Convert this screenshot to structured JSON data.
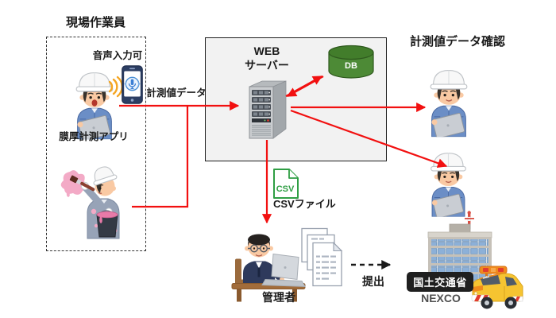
{
  "diagram": {
    "field_group": {
      "title": "現場作業員",
      "voice_note": "音声入力可",
      "app_label": "膜厚計測アプリ"
    },
    "server": {
      "name_line1": "WEB",
      "name_line2": "サーバー"
    },
    "db": {
      "label": "DB"
    },
    "labels": {
      "measurement_data": "計測値データ",
      "csv_file": "CSVファイル",
      "submit": "提出",
      "data_check_title": "計測値データ確認",
      "admin": "管理者"
    },
    "csv_icon": {
      "text": "CSV"
    },
    "destination": {
      "ministry_sign": "国土交通省",
      "operator": "NEXCO"
    },
    "colors": {
      "arrow_red": "#f21010",
      "db_green": "#4d8a36",
      "csv_green": "#2f9e44",
      "server_panel_fill": "#f2f2f2",
      "uniform_blue": "#6b8ec6",
      "ministry_sign_bg": "#1f1f1f"
    }
  }
}
